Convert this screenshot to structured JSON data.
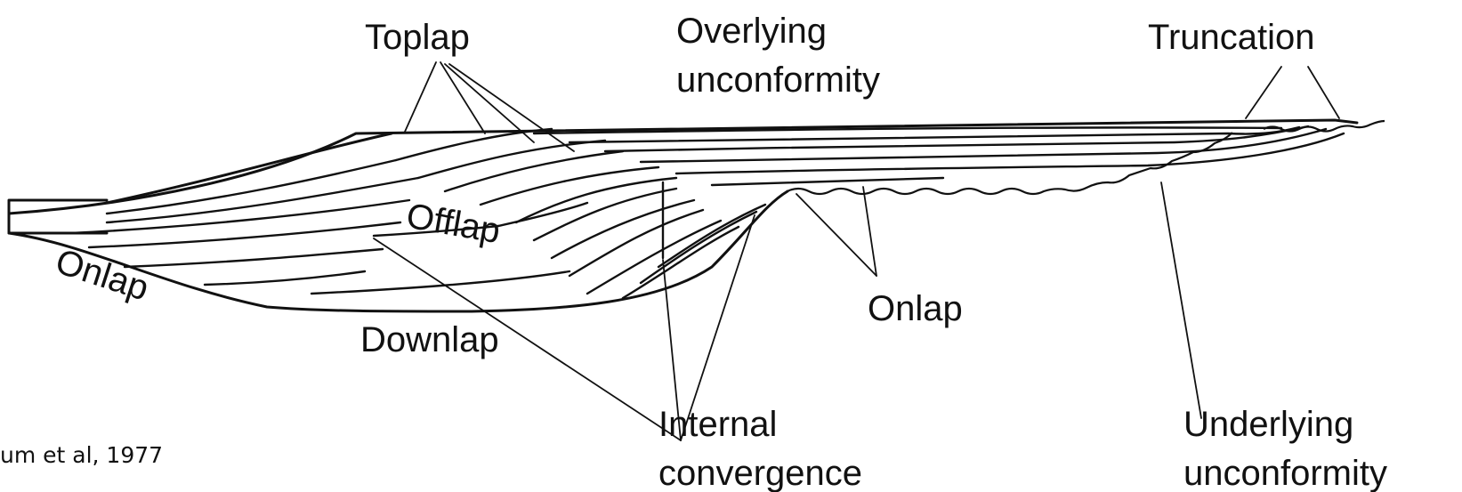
{
  "labels": {
    "toplap": "Toplap",
    "overlying_line1": "Overlying",
    "overlying_line2": "unconformity",
    "truncation": "Truncation",
    "offlap": "Offlap",
    "onlap_left": "Onlap",
    "onlap_right": "Onlap",
    "downlap": "Downlap",
    "internal_line1": "Internal",
    "internal_line2": "convergence",
    "underlying_line1": "Underlying",
    "underlying_line2": "unconformity"
  },
  "citation": "um et al, 1977"
}
